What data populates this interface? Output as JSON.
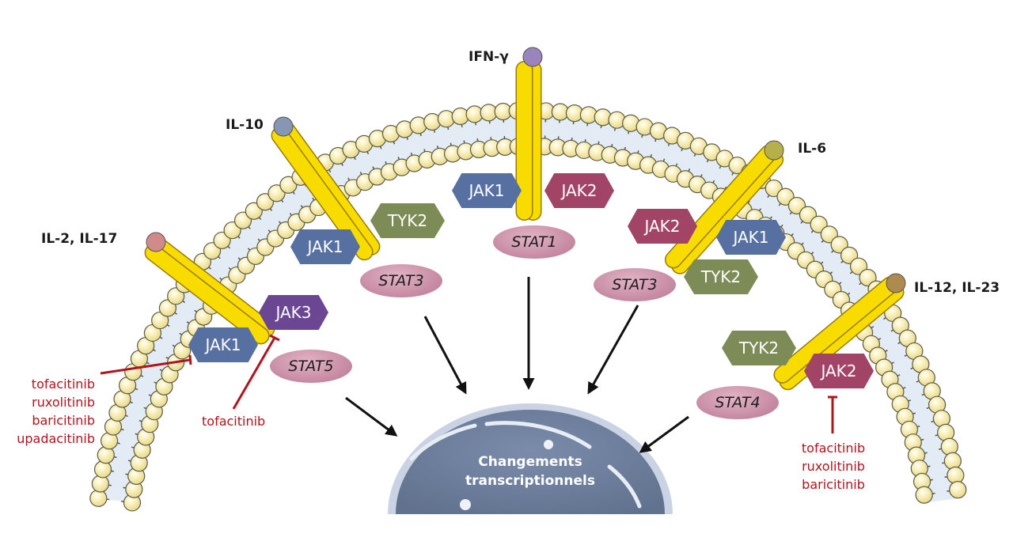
{
  "title": "JAK-STAT signaling pathways and JAK inhibitors",
  "colors": {
    "jak1": "#5670a1",
    "jak2": "#a24466",
    "jak3": "#6a4693",
    "tyk2": "#7d8c57",
    "stat": "#c98ea5",
    "inhibitor": "#b0141d",
    "receptor": "#f5d800",
    "nucleus": "#6e809f"
  },
  "receptors": [
    {
      "cytokine": "IL-2, IL-17",
      "ligand_color": "#d08a8a",
      "kinases": [
        "JAK1",
        "JAK3"
      ],
      "stat": "STAT5",
      "inhibitors": [
        {
          "target": "JAK1",
          "drugs": [
            "tofacitinib",
            "ruxolitinib",
            "baricitinib",
            "upadacitinib"
          ]
        },
        {
          "target": "JAK3",
          "drugs": [
            "tofacitinib"
          ]
        }
      ]
    },
    {
      "cytokine": "IL-10",
      "ligand_color": "#8796b2",
      "kinases": [
        "JAK1",
        "TYK2"
      ],
      "stat": "STAT3"
    },
    {
      "cytokine": "IFN-γ",
      "ligand_color": "#9a84bd",
      "kinases": [
        "JAK1",
        "JAK2"
      ],
      "stat": "STAT1"
    },
    {
      "cytokine": "IL-6",
      "ligand_color": "#b6b04a",
      "kinases": [
        "JAK2",
        "JAK1",
        "TYK2"
      ],
      "stat": "STAT3"
    },
    {
      "cytokine": "IL-12, IL-23",
      "ligand_color": "#ad8a4e",
      "kinases": [
        "TYK2",
        "JAK2"
      ],
      "stat": "STAT4",
      "inhibitors": [
        {
          "target": "JAK2",
          "drugs": [
            "tofacitinib",
            "ruxolitinib",
            "baricitinib"
          ]
        }
      ]
    }
  ],
  "nucleus": {
    "line1": "Changements",
    "line2": "transcriptionnels"
  }
}
